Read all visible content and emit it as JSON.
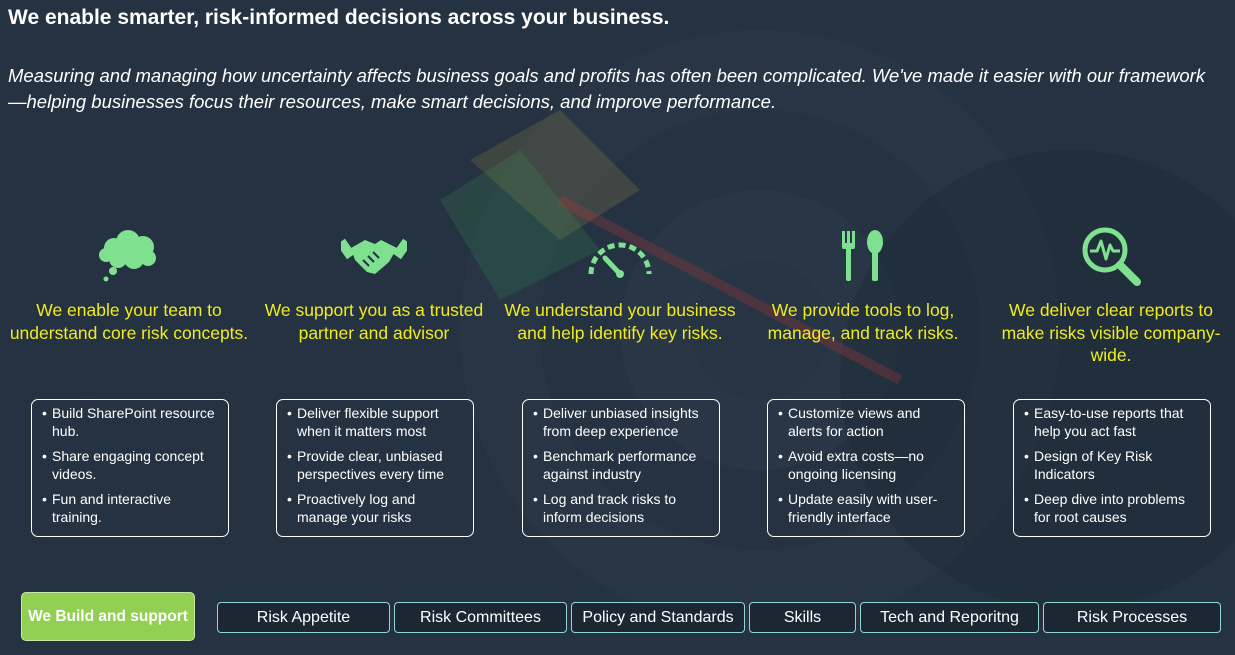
{
  "header": {
    "title": "We enable smarter, risk-informed decisions across your business.",
    "subtitle": "Measuring and managing how uncertainty affects business goals and profits has often been complicated. We've made it easier with our framework—helping businesses focus their resources, make smart decisions, and improve performance."
  },
  "colors": {
    "background": "#253241",
    "icon_green": "#7fe090",
    "title_yellow": "#f0ec1e",
    "active_tab": "#91d053",
    "tab_border": "#8ed8d2"
  },
  "columns": [
    {
      "icon": "thought-cloud-icon",
      "title": "We enable your team to understand core risk concepts.",
      "bullets": [
        "Build SharePoint resource hub.",
        "Share engaging concept videos.",
        "Fun and interactive training."
      ]
    },
    {
      "icon": "handshake-icon",
      "title": "We support you as a trusted partner and advisor",
      "bullets": [
        "Deliver flexible support when it matters most",
        "Provide clear, unbiased perspectives every time",
        "Proactively log and manage your risks"
      ]
    },
    {
      "icon": "gauge-icon",
      "title": "We understand your business and help identify key risks.",
      "bullets": [
        "Deliver unbiased insights from deep experience",
        "Benchmark performance against industry",
        "Log and track risks to inform decisions"
      ]
    },
    {
      "icon": "fork-spoon-icon",
      "title": "We provide tools to log, manage, and track risks.",
      "bullets": [
        "Customize views and alerts for action",
        "Avoid extra costs—no ongoing licensing",
        "Update easily with user-friendly interface"
      ]
    },
    {
      "icon": "magnifier-pulse-icon",
      "title": "We deliver clear reports to make risks visible company-wide.",
      "bullets": [
        "Easy-to-use reports that help you act fast",
        "Design of Key Risk Indicators",
        "Deep dive into problems for root causes"
      ]
    }
  ],
  "nav": {
    "active": "We Build and support",
    "tabs": [
      "Risk Appetite",
      "Risk Committees",
      "Policy and Standards",
      "Skills",
      "Tech and Reporitng",
      "Risk Processes"
    ]
  }
}
